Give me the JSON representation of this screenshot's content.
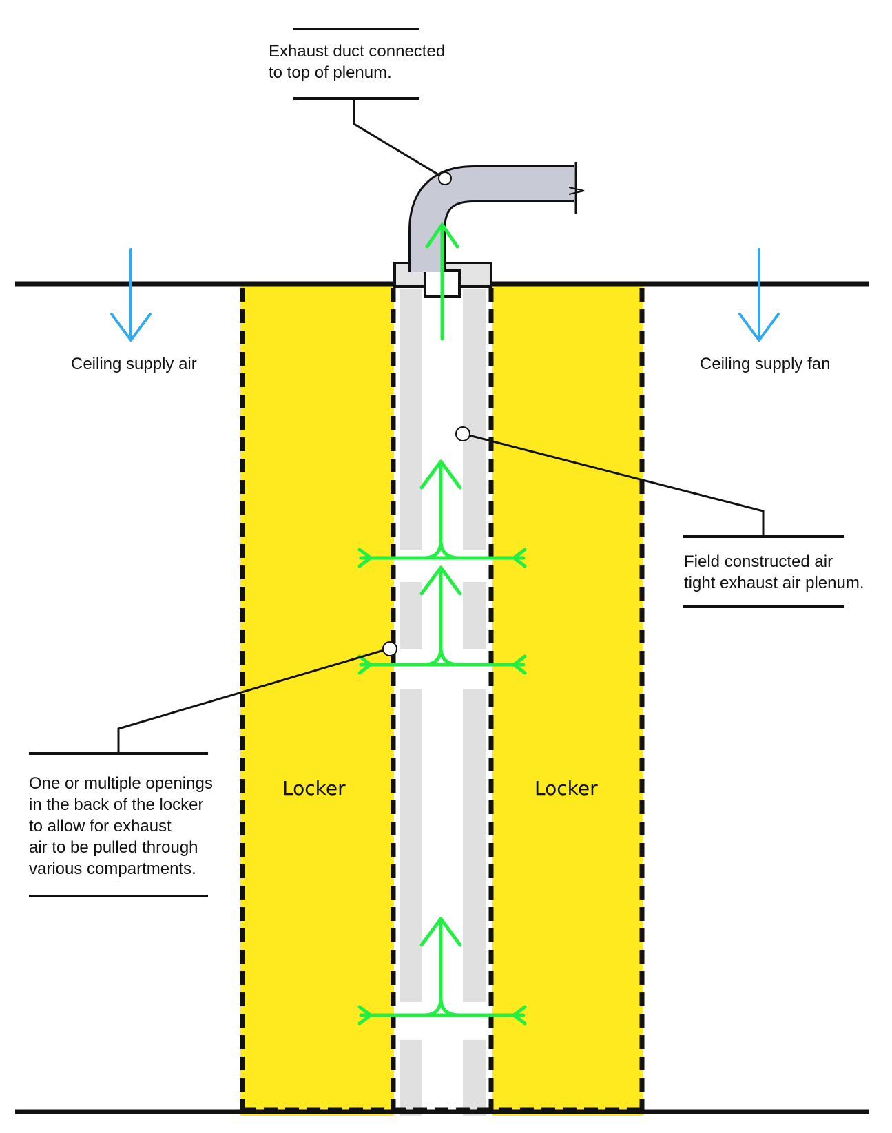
{
  "labels": {
    "exhaust_duct": [
      "Exhaust duct connected",
      "to top of plenum."
    ],
    "ceiling_supply_air": "Ceiling supply air",
    "ceiling_supply_fan": "Ceiling supply fan",
    "plenum": [
      "Field constructed air",
      "tight exhaust air plenum."
    ],
    "openings": [
      "One or multiple openings",
      "in the back of the locker",
      "to allow for exhaust",
      "air to be pulled through",
      "various compartments."
    ],
    "locker_left": "Locker",
    "locker_right": "Locker"
  },
  "colors": {
    "locker_fill": "#FFEA1F",
    "plenum_wall": "#E0E0E0",
    "flow_arrow": "#22EE44",
    "supply_arrow": "#33AAEE",
    "duct": "#C8CAD6",
    "line": "#111111"
  }
}
